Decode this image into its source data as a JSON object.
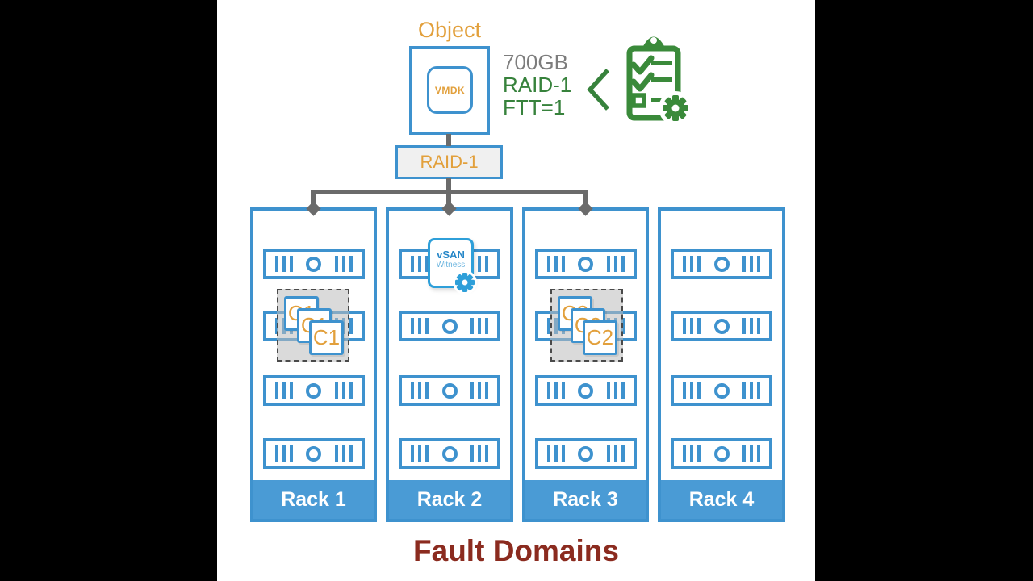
{
  "colors": {
    "accent_blue": "#3E92CE",
    "band_blue": "#4A9BD5",
    "witness_blue": "#2E9FD9",
    "orange": "#E2A03C",
    "green": "#3A8A3A",
    "gray_text": "#7D7D7D",
    "connector_gray": "#6B6B6B",
    "title_red": "#8B2B1F"
  },
  "object_node": {
    "title": "Object",
    "disk_label": "VMDK"
  },
  "policy": {
    "capacity": "700GB",
    "raid": "RAID-1",
    "ftt": "FTT=1"
  },
  "raid_group": {
    "label": "RAID-1"
  },
  "witness": {
    "line1": "vSAN",
    "line2": "Witness"
  },
  "components": {
    "c1": {
      "label": "C1"
    },
    "c2": {
      "label": "C2"
    }
  },
  "racks": [
    {
      "label": "Rack 1"
    },
    {
      "label": "Rack 2"
    },
    {
      "label": "Rack 3"
    },
    {
      "label": "Rack 4"
    }
  ],
  "footer": {
    "title": "Fault Domains"
  }
}
